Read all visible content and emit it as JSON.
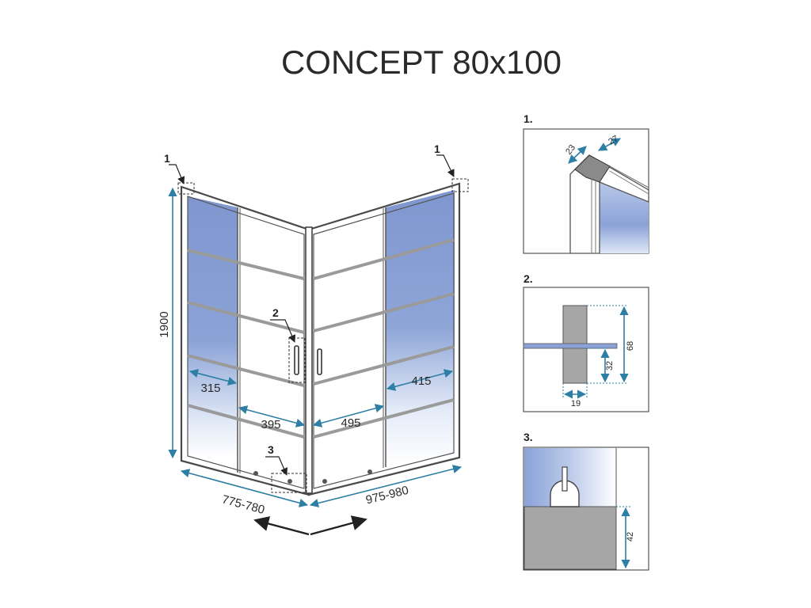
{
  "title": "CONCEPT 80x100",
  "main_view": {
    "height_label": "1900",
    "left_width_label": "775-780",
    "right_width_label": "975-980",
    "left_fixed_label": "315",
    "left_door_label": "395",
    "right_door_label": "495",
    "right_fixed_label": "415",
    "callout_1_left": "1",
    "callout_1_right": "1",
    "callout_2": "2",
    "callout_3": "3"
  },
  "detail_1": {
    "label": "1.",
    "dim_a": "23",
    "dim_b": "27"
  },
  "detail_2": {
    "label": "2.",
    "dim_height_total": "68",
    "dim_height_lower": "32",
    "dim_width": "19"
  },
  "detail_3": {
    "label": "3.",
    "dim_height": "42"
  },
  "colors": {
    "glass_blue": "#7f97cf",
    "dimension_blue": "#2d7fa5",
    "frame_gray": "#4a4a4a"
  }
}
